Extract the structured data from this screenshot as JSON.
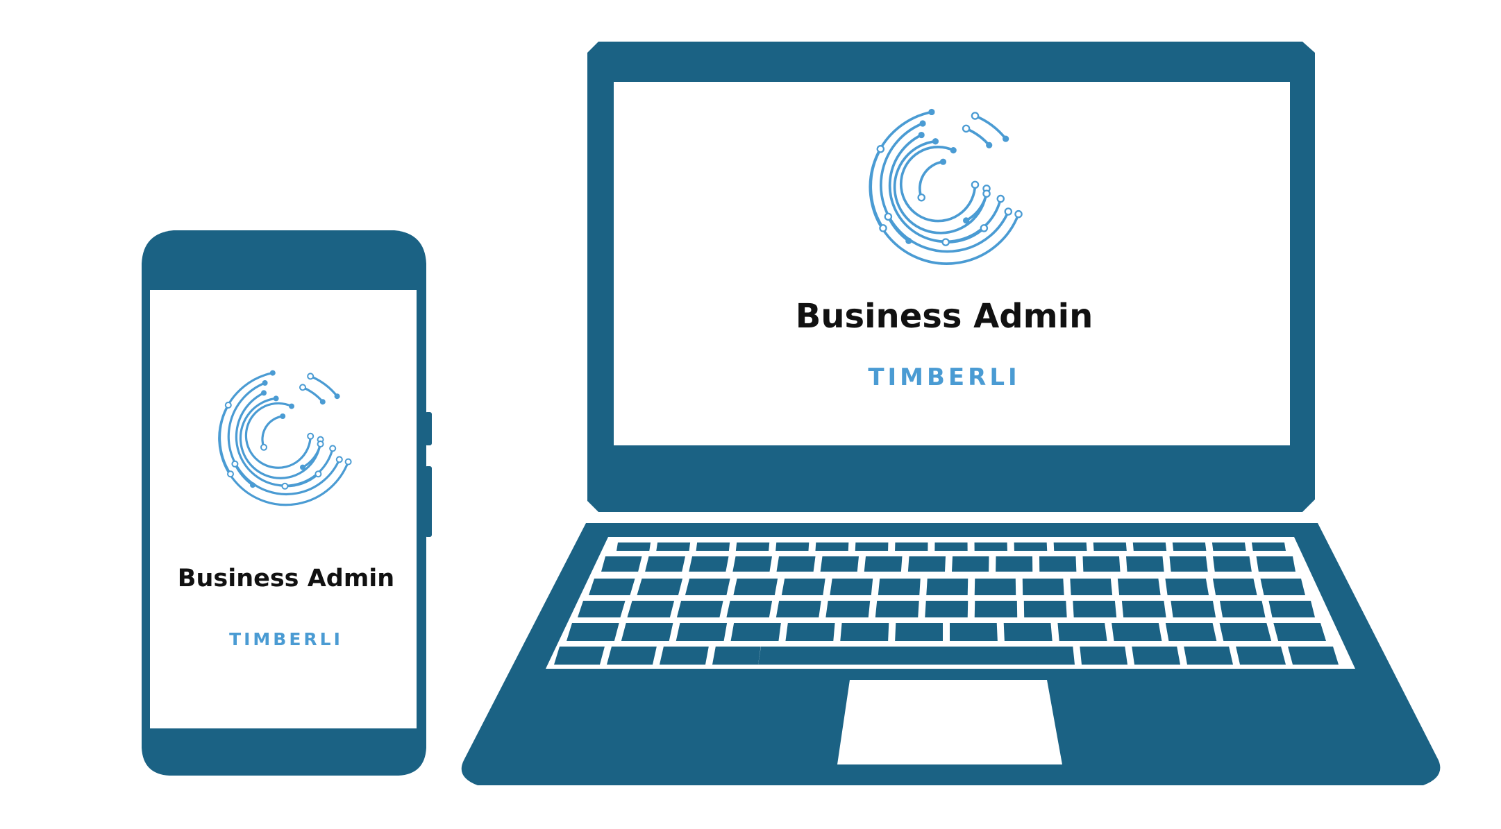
{
  "laptop": {
    "app_title": "Business Admin",
    "brand": "TIMBERLI",
    "logo_icon": "timberli-circuit-logo-icon"
  },
  "phone": {
    "app_title": "Business Admin",
    "brand": "TIMBERLI",
    "logo_icon": "timberli-circuit-logo-icon"
  },
  "colors": {
    "device": "#1b6284",
    "accent": "#4a9bd3",
    "title_text": "#111111",
    "background": "#ffffff"
  }
}
